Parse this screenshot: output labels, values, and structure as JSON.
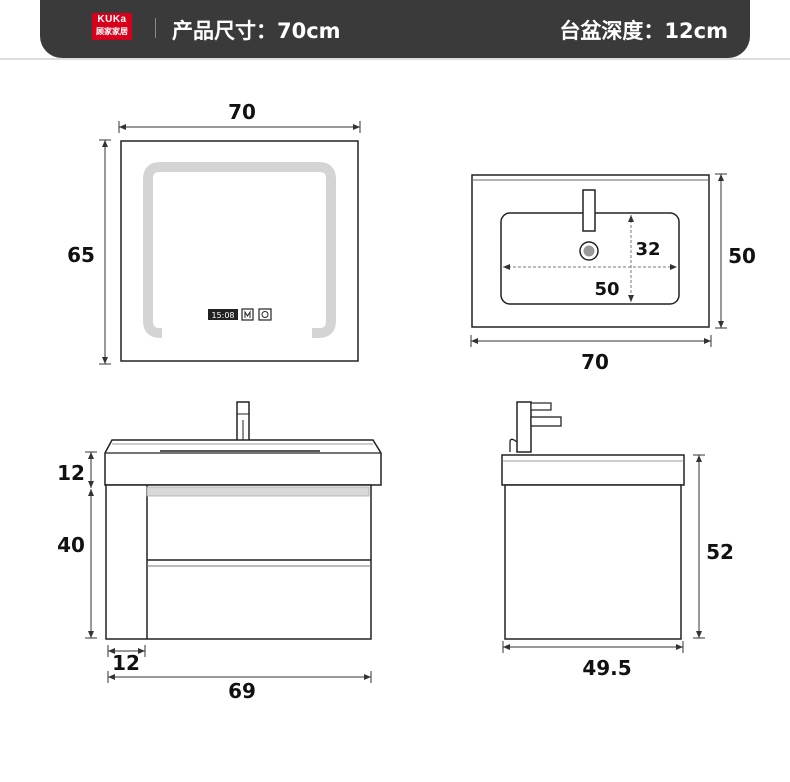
{
  "header": {
    "logo_top": "KUKa",
    "logo_bottom": "顾家家居",
    "product_size": "产品尺寸：70cm",
    "basin_depth": "台盆深度：12cm"
  },
  "mirror": {
    "width": "70",
    "height": "65",
    "clock": "15:08"
  },
  "basin_top": {
    "inner_depth": "32",
    "inner_width": "50",
    "outer_depth": "50",
    "outer_width": "70"
  },
  "front_view": {
    "top_height": "12",
    "cabinet_height": "40",
    "side_panel": "12",
    "total_width": "69"
  },
  "side_view": {
    "height": "52",
    "depth": "49.5"
  }
}
